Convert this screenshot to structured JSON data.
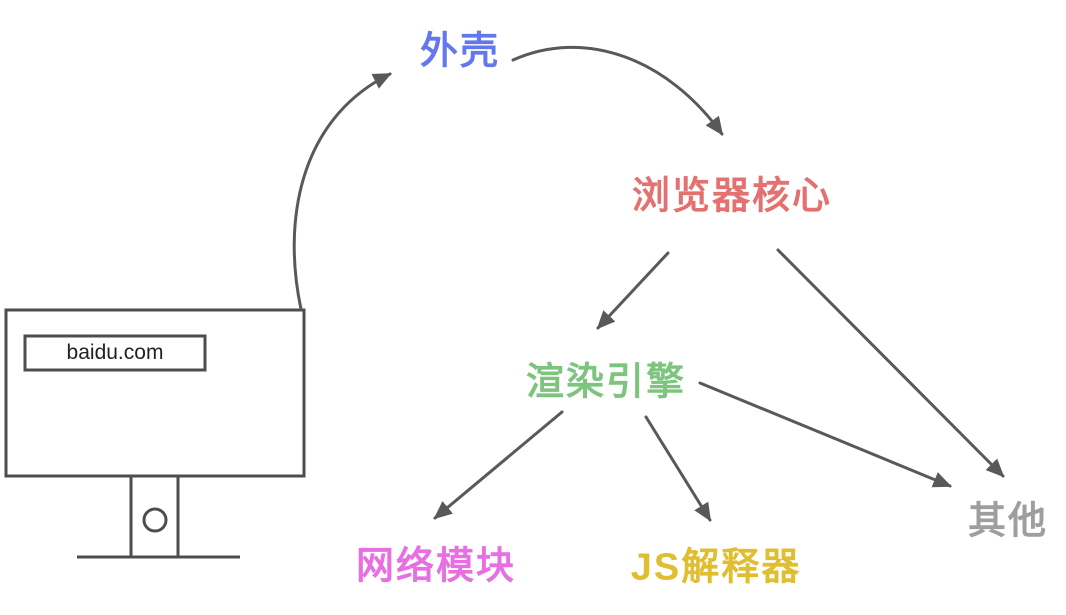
{
  "diagram": {
    "monitor": {
      "screen_label": "baidu.com"
    },
    "nodes": {
      "shell": {
        "label": "外壳",
        "color": "#6478EE"
      },
      "browser_core": {
        "label": "浏览器核心",
        "color": "#E57070"
      },
      "render_engine": {
        "label": "渲染引擎",
        "color": "#7DC47E"
      },
      "network_module": {
        "label": "网络模块",
        "color": "#E86FE3"
      },
      "js_interpreter": {
        "label": "JS解释器",
        "color": "#E0BE30"
      },
      "other": {
        "label": "其他",
        "color": "#9E9E9E"
      }
    },
    "line_color": "#595959"
  }
}
